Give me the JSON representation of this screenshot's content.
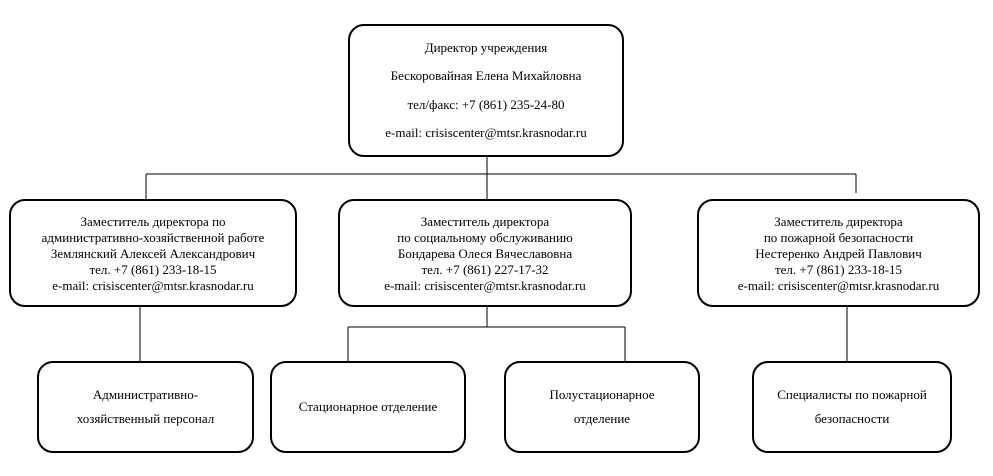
{
  "director": {
    "title": "Директор учреждения",
    "name": "Бескоровайная Елена Михайловна",
    "phone": "тел/факс: +7 (861) 235-24-80",
    "email": "e-mail: crisiscenter@mtsr.krasnodar.ru"
  },
  "deputies": [
    {
      "lines": [
        "Заместитель директора по",
        "административно-хозяйственной работе",
        "Землянский Алексей Александрович",
        "тел. +7 (861) 233-18-15",
        "e-mail: crisiscenter@mtsr.krasnodar.ru"
      ]
    },
    {
      "lines": [
        "Заместитель директора",
        "по социальному обслуживанию",
        "Бондарева Олеся Вячеславовна",
        "тел. +7 (861) 227-17-32",
        "e-mail: crisiscenter@mtsr.krasnodar.ru"
      ]
    },
    {
      "lines": [
        "Заместитель директора",
        "по пожарной безопасности",
        "Нестеренко Андрей Павлович",
        "тел. +7 (861) 233-18-15",
        "e-mail: crisiscenter@mtsr.krasnodar.ru"
      ]
    }
  ],
  "units": {
    "admin_staff": [
      "Административно-",
      "хозяйственный персонал"
    ],
    "stationary": [
      "Стационарное отделение"
    ],
    "semi_stationary": [
      "Полустационарное",
      "отделение"
    ],
    "fire_safety": [
      "Специалисты по пожарной",
      "безопасности"
    ]
  }
}
